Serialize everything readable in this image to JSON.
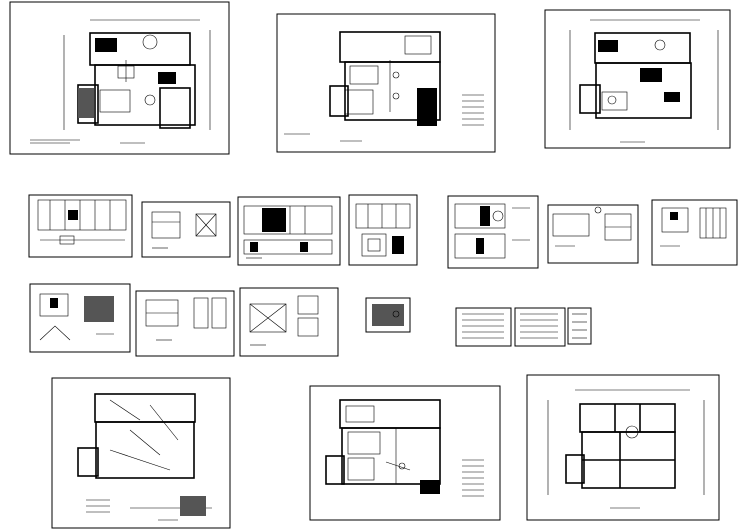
{
  "drawing_set": {
    "sheets": [
      {
        "id": "s1",
        "kind": "floor-plan",
        "label": ""
      },
      {
        "id": "s2",
        "kind": "ceiling-plan",
        "label": ""
      },
      {
        "id": "s3",
        "kind": "floor-plan",
        "label": ""
      },
      {
        "id": "s4",
        "kind": "elevation",
        "label": ""
      },
      {
        "id": "s5",
        "kind": "elevation",
        "label": ""
      },
      {
        "id": "s6",
        "kind": "elevation",
        "label": ""
      },
      {
        "id": "s7",
        "kind": "elevation",
        "label": ""
      },
      {
        "id": "s8",
        "kind": "elevation",
        "label": ""
      },
      {
        "id": "s9",
        "kind": "elevation",
        "label": ""
      },
      {
        "id": "s10",
        "kind": "elevation",
        "label": ""
      },
      {
        "id": "s11",
        "kind": "detail",
        "label": ""
      },
      {
        "id": "s12",
        "kind": "detail",
        "label": ""
      },
      {
        "id": "s13",
        "kind": "detail",
        "label": ""
      },
      {
        "id": "s14",
        "kind": "detail",
        "label": ""
      },
      {
        "id": "s15",
        "kind": "detail",
        "label": ""
      },
      {
        "id": "s16",
        "kind": "legend",
        "label": ""
      },
      {
        "id": "s17",
        "kind": "legend",
        "label": ""
      },
      {
        "id": "s18",
        "kind": "legend",
        "label": ""
      },
      {
        "id": "s19",
        "kind": "electrical-plan",
        "label": ""
      },
      {
        "id": "s20",
        "kind": "lighting-plan",
        "label": ""
      },
      {
        "id": "s21",
        "kind": "wall-plan",
        "label": ""
      }
    ]
  },
  "colors": {
    "line": "#000000",
    "paper": "#ffffff",
    "hatch": "#555555"
  }
}
